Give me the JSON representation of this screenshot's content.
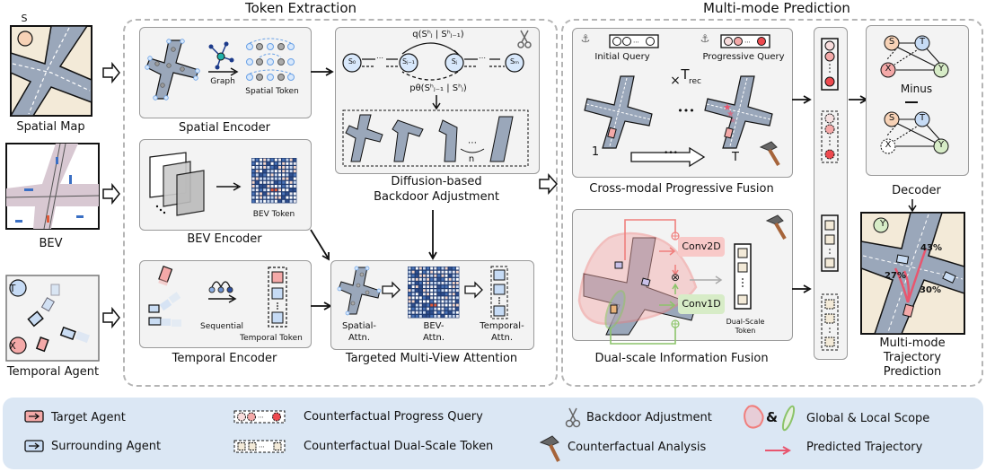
{
  "sections": {
    "token_extraction": "Token Extraction",
    "multi_mode_prediction": "Multi-mode Prediction"
  },
  "inputs": {
    "spatial_map": {
      "label": "Spatial Map",
      "badge": "S"
    },
    "bev": {
      "label": "BEV"
    },
    "temporal_agent": {
      "label": "Temporal Agent",
      "badge_t": "T",
      "badge_x": "X"
    }
  },
  "encoders": {
    "spatial": {
      "title": "Spatial Encoder",
      "graph_label": "Graph",
      "token_label": "Spatial Token"
    },
    "bev": {
      "title": "BEV Encoder",
      "token_label": "BEV Token"
    },
    "temporal": {
      "title": "Temporal Encoder",
      "seq_label": "Sequential",
      "token_label": "Temporal Token"
    }
  },
  "diffusion": {
    "title_line1": "Diffusion-based",
    "title_line2": "Backdoor Adjustment",
    "forward_eq": "q(Sʰⱼ | Sʰⱼ₋₁)",
    "reverse_eq": "pθ(Sʰⱼ₋₁ | Sʰⱼ)",
    "states": [
      "S₀",
      "Sⱼ₋₁",
      "Sⱼ",
      "Sₘ"
    ],
    "ellipsis": "⋯",
    "n_label": "n"
  },
  "attention": {
    "title": "Targeted Multi-View Attention",
    "spatial": "Spatial-\nAttn.",
    "spatial_l1": "Spatial-",
    "spatial_l2": "Attn.",
    "bev_l1": "BEV-",
    "bev_l2": "Attn.",
    "temporal_l1": "Temporal-",
    "temporal_l2": "Attn."
  },
  "cross_modal": {
    "title": "Cross-modal Progressive Fusion",
    "initial_query": "Initial Query",
    "progressive_query": "Progressive Query",
    "times": "×",
    "t_rec": "T",
    "t_rec_sub": "rec",
    "step_start": "1",
    "step_end": "T",
    "dots": "•••"
  },
  "dual_scale": {
    "title": "Dual-scale Information Fusion",
    "conv2d": "Conv2D",
    "conv1d": "Conv1D",
    "token_l1": "Dual-Scale",
    "token_l2": "Token",
    "otimes": "⊗",
    "oplus": "⊕"
  },
  "decoder": {
    "title": "Decoder",
    "minus_label": "Minus",
    "nodes": {
      "s": "S",
      "t": "T",
      "x": "X",
      "y": "Y"
    }
  },
  "prediction": {
    "title_l1": "Multi-mode",
    "title_l2": "Trajectory",
    "title_l3": "Prediction",
    "badge": "Y",
    "modes": [
      {
        "label": "43%",
        "probability": 0.43
      },
      {
        "label": "27%",
        "probability": 0.27
      },
      {
        "label": "30%",
        "probability": 0.3
      }
    ]
  },
  "legend": {
    "target_agent": "Target Agent",
    "surrounding_agent": "Surrounding Agent",
    "cf_progress_query": "Counterfactual Progress Query",
    "cf_dual_scale_token": "Counterfactual Dual-Scale Token",
    "backdoor": "Backdoor Adjustment",
    "cf_analysis": "Counterfactual Analysis",
    "amp": "&",
    "scope": "Global & Local Scope",
    "predicted_traj": "Predicted Trajectory"
  },
  "colors": {
    "road": "#9aa7ba",
    "ground": "#f3ead8",
    "panel": "#f3f3f3",
    "legend_bg": "#dbe7f4",
    "target_red": "#f4a9a8",
    "surround_blue": "#c9dcf3",
    "traj_pink": "#e8566f",
    "global_red": "#f07f7d",
    "local_green": "#8cc46a",
    "node_s": "#f7d2b6",
    "node_t": "#c6dbf5",
    "node_x": "#f4a9a8",
    "node_y": "#d7ecc7"
  }
}
